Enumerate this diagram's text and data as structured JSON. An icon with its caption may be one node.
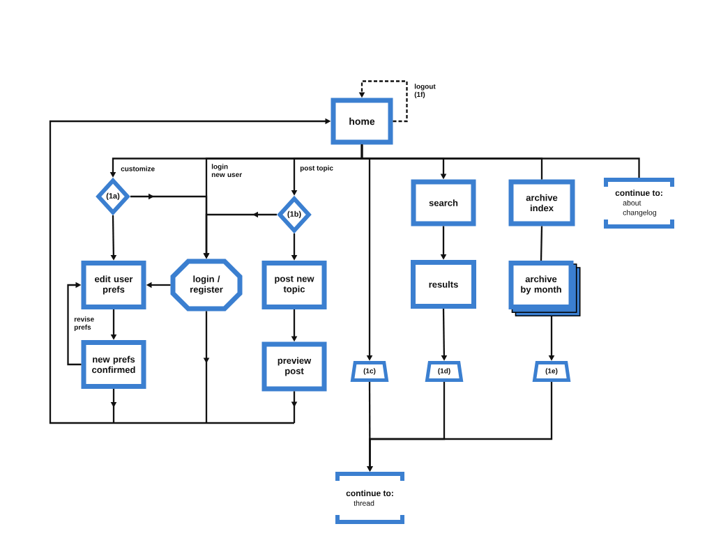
{
  "diagram": {
    "nodes": [
      {
        "text": [
          "home"
        ]
      },
      {
        "text": [
          "(1a)"
        ]
      },
      {
        "text": [
          "(1b)"
        ]
      },
      {
        "text": [
          "search"
        ]
      },
      {
        "text": [
          "archive index"
        ]
      },
      {
        "text": [
          "continue to:",
          "about",
          "changelog"
        ]
      },
      {
        "text": [
          "edit user prefs"
        ]
      },
      {
        "text": [
          "login / register"
        ]
      },
      {
        "text": [
          "post new topic"
        ]
      },
      {
        "text": [
          "results"
        ]
      },
      {
        "text": [
          "archive by month"
        ]
      },
      {
        "text": [
          "new prefs confirmed"
        ]
      },
      {
        "text": [
          "preview post"
        ]
      },
      {
        "text": [
          "(1c)"
        ]
      },
      {
        "text": [
          "(1d)"
        ]
      },
      {
        "text": [
          "(1e)"
        ]
      },
      {
        "text": [
          "continue to:",
          "thread"
        ]
      }
    ],
    "edges": [
      {
        "from": 0,
        "to": 1,
        "arrow": "to",
        "label": "customize"
      },
      {
        "from": 0,
        "to": 7,
        "arrow": "to",
        "label": "login new user"
      },
      {
        "from": 0,
        "to": 2,
        "arrow": "to",
        "label": "post topic"
      },
      {
        "from": 0,
        "to": 13,
        "arrow": "to"
      },
      {
        "from": 0,
        "to": 3,
        "arrow": "to"
      },
      {
        "from": 0,
        "to": 4,
        "arrow": "none"
      },
      {
        "from": 0,
        "to": 5,
        "arrow": "none"
      },
      {
        "from": 1,
        "to": 7,
        "arrow": "to"
      },
      {
        "from": 2,
        "to": 7,
        "arrow": "to"
      },
      {
        "from": 1,
        "to": 6,
        "arrow": "to"
      },
      {
        "from": 2,
        "to": 8,
        "arrow": "to"
      },
      {
        "from": 7,
        "to": 6,
        "arrow": "to"
      },
      {
        "from": 6,
        "to": 11,
        "arrow": "to"
      },
      {
        "from": 11,
        "to": 6,
        "arrow": "to",
        "label": "revise prefs"
      },
      {
        "from": 8,
        "to": 12,
        "arrow": "to"
      },
      {
        "from": 11,
        "to": 0,
        "arrow": "to"
      },
      {
        "from": 7,
        "to": 0,
        "arrow": "to"
      },
      {
        "from": 12,
        "to": 0,
        "arrow": "to"
      },
      {
        "from": 3,
        "to": 9,
        "arrow": "to"
      },
      {
        "from": 4,
        "to": 10,
        "arrow": "none"
      },
      {
        "from": 9,
        "to": 14,
        "arrow": "to"
      },
      {
        "from": 10,
        "to": 15,
        "arrow": "to"
      },
      {
        "from": 13,
        "to": 16,
        "arrow": "to"
      },
      {
        "from": 14,
        "to": 16,
        "arrow": "to"
      },
      {
        "from": 15,
        "to": 16,
        "arrow": "to"
      },
      {
        "from": 0,
        "to": 0,
        "arrow": "to",
        "style": "dashed",
        "label": "logout (1f)"
      }
    ]
  }
}
